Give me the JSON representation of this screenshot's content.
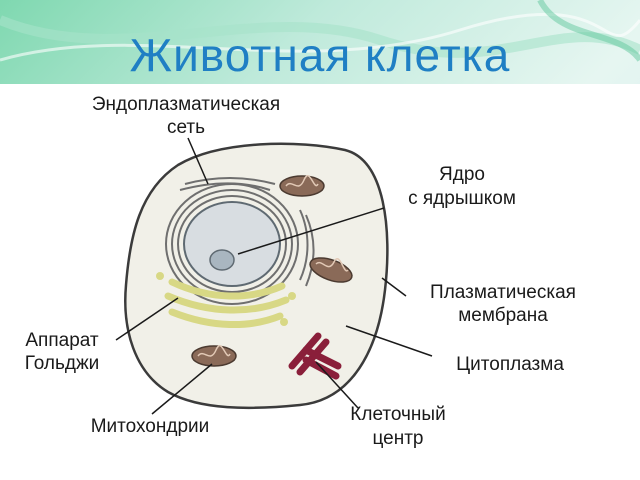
{
  "slide": {
    "title": "Животная клетка"
  },
  "labels": {
    "er_line1": "Эндоплазматическая",
    "er_line2": "сеть",
    "nucleus_line1": "Ядро",
    "nucleus_line2": "с ядрышком",
    "membrane_line1": "Плазматическая",
    "membrane_line2": "мембрана",
    "cytoplasm": "Цитоплазма",
    "golgi_line1": "Аппарат",
    "golgi_line2": "Гольджи",
    "mito": "Митохондрии",
    "centrosome_line1": "Клеточный",
    "centrosome_line2": "центр"
  },
  "colors": {
    "title": "#1f7fc4",
    "cell_fill": "#f1f0e8",
    "golgi": "#dede8a",
    "mitochondria": "#8a6a58",
    "centrosome": "#8a1f3a",
    "nucleus": "#d8dde1"
  }
}
